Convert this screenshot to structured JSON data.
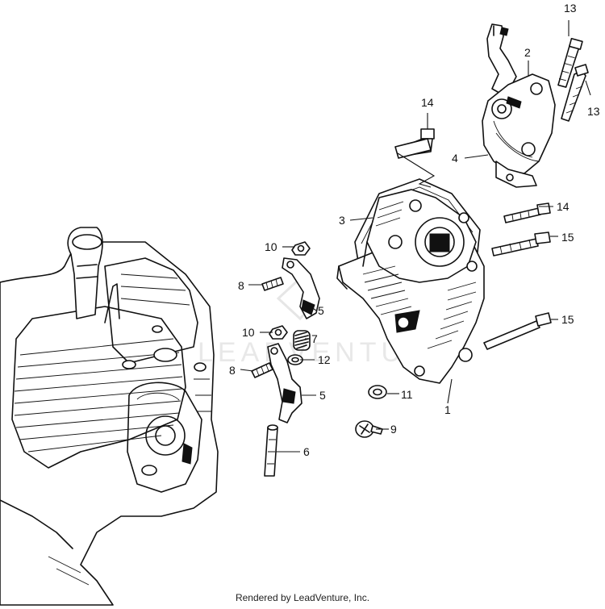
{
  "watermark": "LEADVENTURE",
  "footer": "Rendered by LeadVenture, Inc.",
  "callouts": {
    "c1": "1",
    "c2": "2",
    "c3": "3",
    "c4": "4",
    "c5a": "5",
    "c5b": "5",
    "c6": "6",
    "c7": "7",
    "c8a": "8",
    "c8b": "8",
    "c9": "9",
    "c10a": "10",
    "c10b": "10",
    "c11": "11",
    "c12": "12",
    "c13a": "13",
    "c13b": "13",
    "c14a": "14",
    "c14b": "14",
    "c15a": "15",
    "c15b": "15"
  }
}
